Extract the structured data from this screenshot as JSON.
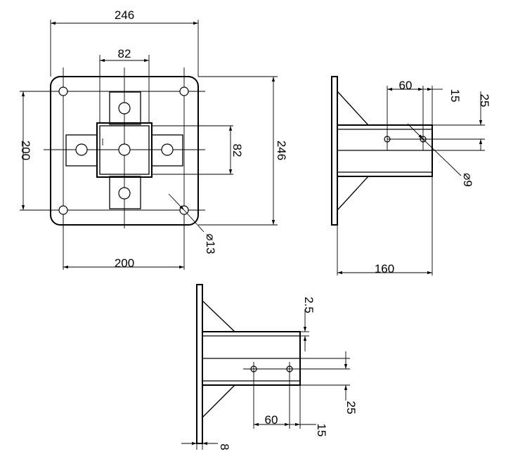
{
  "plan_view": {
    "dim_overall_width": "246",
    "dim_tube_width": "82",
    "dim_hole_spacing_v": "200",
    "dim_tube_height": "82",
    "dim_overall_height": "246",
    "dim_hole_diameter": "⌀13",
    "dim_hole_spacing_h": "200"
  },
  "side_view_right": {
    "dim_hole_offset": "60",
    "dim_edge_15": "15",
    "dim_edge_25": "25",
    "dim_hole_diameter": "⌀9",
    "dim_length": "160"
  },
  "side_view_bottom": {
    "dim_wall": "2.5",
    "dim_hole_offset": "60",
    "dim_edge_15": "15",
    "dim_edge_25": "25",
    "dim_plate": "8"
  }
}
